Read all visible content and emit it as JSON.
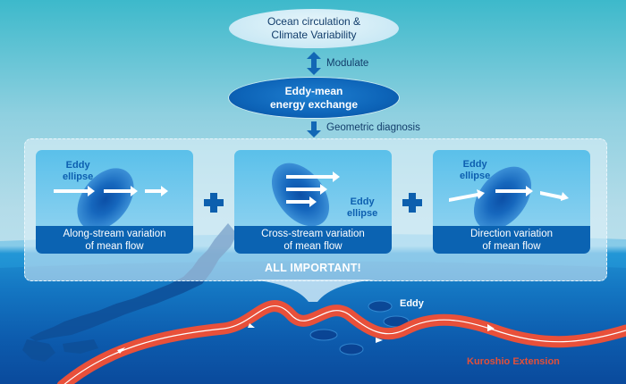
{
  "top_node": {
    "line1": "Ocean circulation &",
    "line2": "Climate Variability"
  },
  "modulate_label": "Modulate",
  "middle_node": {
    "line1": "Eddy-mean",
    "line2": "energy exchange"
  },
  "diagnosis_label": "Geometric diagnosis",
  "cards": [
    {
      "eddy_label_line1": "Eddy",
      "eddy_label_line2": "ellipse",
      "caption_line1": "Along-stream variation",
      "caption_line2": "of mean flow"
    },
    {
      "eddy_label_line1": "Eddy",
      "eddy_label_line2": "ellipse",
      "caption_line1": "Cross-stream variation",
      "caption_line2": "of mean flow"
    },
    {
      "eddy_label_line1": "Eddy",
      "eddy_label_line2": "ellipse",
      "caption_line1": "Direction variation",
      "caption_line2": "of mean flow"
    }
  ],
  "operator_symbol": "+",
  "summary_label": "ALL IMPORTANT!",
  "map": {
    "eddy_label": "Eddy",
    "current_label": "Kuroshio Extension"
  },
  "colors": {
    "sky_top": "#3db9cb",
    "ocean_deep": "#0a4a9c",
    "node_dark": "#0d64b8",
    "caption_bar": "#0b63b2",
    "current": "#e8503a",
    "current_label": "#e2503a"
  }
}
